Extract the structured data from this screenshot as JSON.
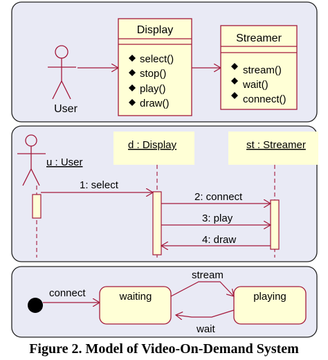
{
  "colors": {
    "panel_fill": "#e9eaf5",
    "panel_stroke": "#222222",
    "box_fill": "#ffffd6",
    "box_stroke": "#a3183a",
    "line": "#a3183a",
    "text": "#000000",
    "initial_state": "#000000"
  },
  "class_diagram": {
    "display_class": {
      "name": "Display",
      "operations": [
        "select()",
        "stop()",
        "play()",
        "draw()"
      ]
    },
    "streamer_class": {
      "name": "Streamer",
      "operations": [
        "stream()",
        "wait()",
        "connect()"
      ]
    },
    "actor": {
      "name": "User",
      "icon": "stick-figure-icon"
    }
  },
  "sequence_diagram": {
    "actor_label": "u : User",
    "display_label": "d : Display",
    "streamer_label": "st : Streamer",
    "messages": [
      "1: select",
      "2: connect",
      "3: play",
      "4: draw"
    ]
  },
  "state_diagram": {
    "initial_state_icon": "filled-circle-icon",
    "transitions": {
      "connect": "connect",
      "stream": "stream",
      "wait": "wait"
    },
    "states": [
      "waiting",
      "playing"
    ]
  },
  "caption": "Figure 2. Model of Video-On-Demand System"
}
